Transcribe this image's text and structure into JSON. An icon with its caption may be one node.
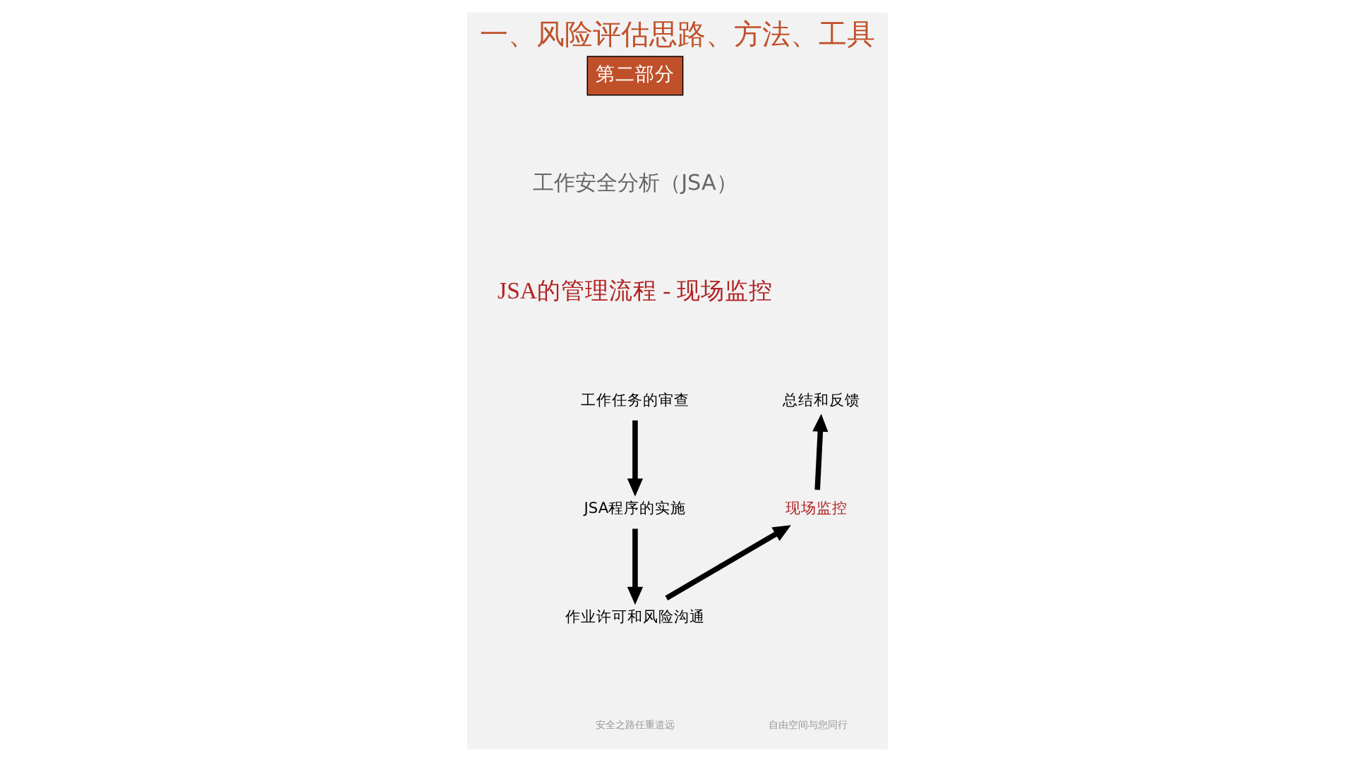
{
  "diagram": {
    "title": "一、风险评估思路、方法、工具",
    "nodes": [
      {
        "text": [
          "工作任务的审查"
        ]
      },
      {
        "text": [
          "JSA程序的实施"
        ]
      },
      {
        "text": [
          "作业许可和风险沟通"
        ]
      },
      {
        "text": [
          "现场监控"
        ]
      },
      {
        "text": [
          "总结和反馈"
        ]
      }
    ],
    "edges": [
      {
        "from": 0,
        "to": 1,
        "arrow": "to"
      },
      {
        "from": 1,
        "to": 2,
        "arrow": "to"
      },
      {
        "from": 2,
        "to": 3,
        "arrow": "to"
      },
      {
        "from": 3,
        "to": 4,
        "arrow": "to"
      }
    ],
    "labels": [
      "第二部分",
      "工作安全分析（JSA）",
      "JSA的管理流程 - 现场监控",
      "安全之路任重道远",
      "自由空间与您同行"
    ]
  }
}
